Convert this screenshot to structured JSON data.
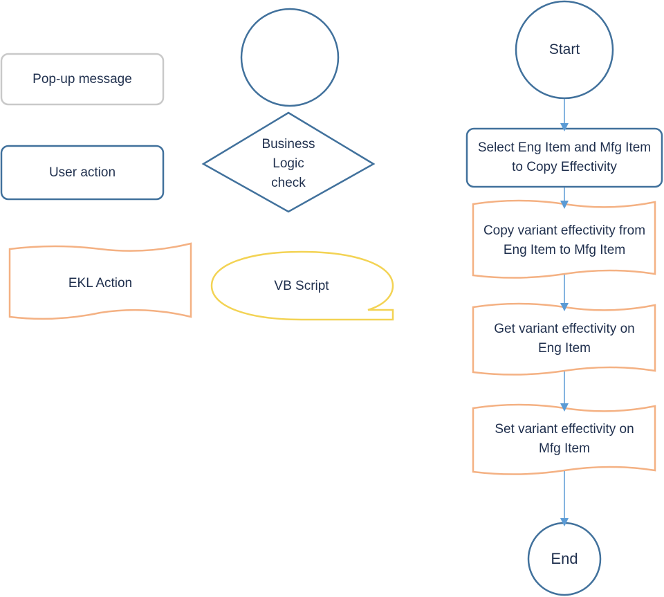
{
  "legend": {
    "popup_label": "Pop-up message",
    "user_action_label": "User action",
    "business_logic_label": "Business Logic check",
    "ekl_action_label": "EKL Action",
    "vb_script_label": "VB Script"
  },
  "flow": {
    "start_label": "Start",
    "step1_label": "Select Eng Item and Mfg Item to Copy Effectivity",
    "step2_label": "Copy variant effectivity from Eng Item to Mfg Item",
    "step3_label": "Get variant effectivity on Eng Item",
    "step4_label": "Set variant effectivity on Mfg Item",
    "end_label": "End"
  },
  "colors": {
    "navy": "#41719c",
    "grey": "#c9c9c9",
    "orange": "#f4b183",
    "yellow": "#f3d354",
    "arrow": "#5b9bd5"
  }
}
